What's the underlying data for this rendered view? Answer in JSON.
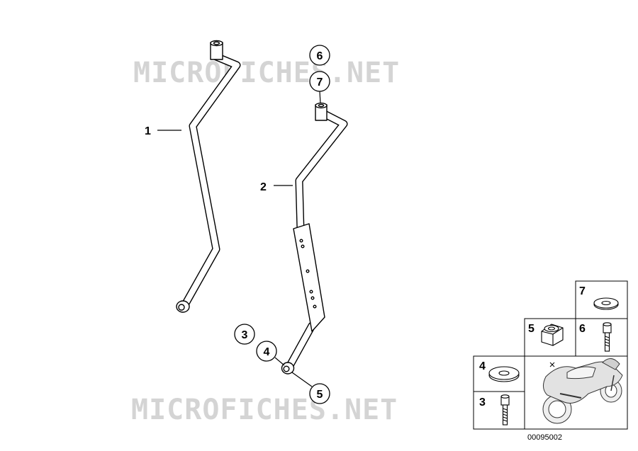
{
  "watermark": "MICROFICHES.NET",
  "callouts": {
    "c1": "1",
    "c2": "2",
    "c3": "3",
    "c4": "4",
    "c5": "5",
    "c6": "6",
    "c7": "7"
  },
  "legend": {
    "t7": "7",
    "t5": "5",
    "t6": "6",
    "t4": "4",
    "t3": "3"
  },
  "diagram_code": "00095002"
}
